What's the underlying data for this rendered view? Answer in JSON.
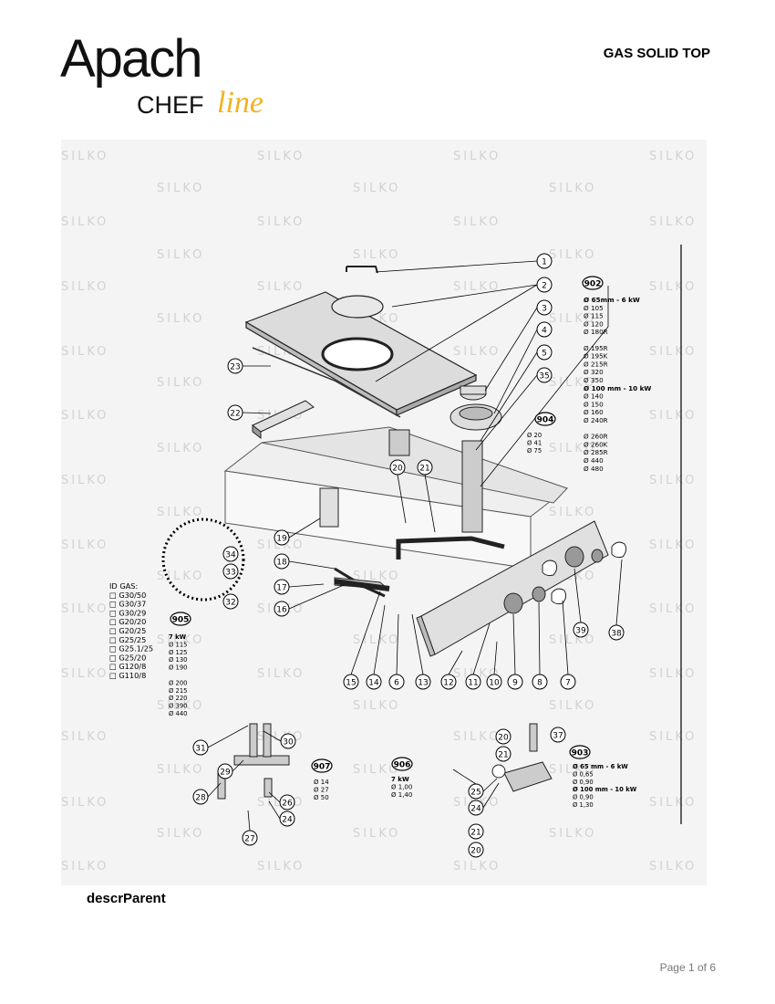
{
  "header": {
    "logo_word": "Apach",
    "logo_chef": "CHEF",
    "logo_line": "line",
    "title": "GAS SOLID TOP"
  },
  "watermark": "SILKO",
  "callouts": [
    "1",
    "2",
    "3",
    "4",
    "5",
    "35",
    "904",
    "902",
    "23",
    "22",
    "20",
    "21",
    "19",
    "18",
    "17",
    "16",
    "34",
    "33",
    "32",
    "905",
    "15",
    "14",
    "6",
    "13",
    "12",
    "11",
    "10",
    "9",
    "8",
    "7",
    "39",
    "38",
    "31",
    "30",
    "29",
    "28",
    "27",
    "26",
    "24",
    "907",
    "906",
    "25",
    "37",
    "903"
  ],
  "box_902": {
    "h1": "Ø 65mm - 6 kW",
    "rows1": [
      "Ø 105",
      "Ø 115",
      "Ø 120",
      "Ø 180R"
    ],
    "rows2": [
      "Ø 195R",
      "Ø 195K",
      "Ø 215R",
      "Ø 320",
      "Ø 350"
    ],
    "h2": "Ø 100 mm - 10 kW",
    "rows3": [
      "Ø 140",
      "Ø 150",
      "Ø 160",
      "Ø 240R"
    ],
    "rows4": [
      "Ø 260R",
      "Ø 260K",
      "Ø 285R",
      "Ø 440",
      "Ø 480"
    ]
  },
  "box_904": [
    "Ø 20",
    "Ø 41",
    "Ø 75"
  ],
  "gas_legend": {
    "title": "ID GAS:",
    "items": [
      "G30/50",
      "G30/37",
      "G30/29",
      "G20/20",
      "G20/25",
      "G25/25",
      "G25.1/25",
      "G25/20",
      "G120/8",
      "G110/8"
    ]
  },
  "box_905": {
    "header": "7 kW",
    "rows1": [
      "Ø 115",
      "Ø 125",
      "Ø 130",
      "Ø 190"
    ],
    "rows2": [
      "Ø 200",
      "Ø 215",
      "Ø 220",
      "Ø 390",
      "Ø 440"
    ]
  },
  "box_907": [
    "Ø 14",
    "Ø 27",
    "Ø 50"
  ],
  "box_906": {
    "header": "7 kW",
    "rows": [
      "Ø 1,00",
      "Ø 1,40"
    ]
  },
  "box_903": {
    "h1": "Ø 65 mm - 6 kW",
    "rows1": [
      "Ø 0,65",
      "Ø 0,90"
    ],
    "h2": "Ø 100 mm - 10 kW",
    "rows2": [
      "Ø 0,90",
      "Ø 1,30"
    ]
  },
  "footer": {
    "label": "descrParent",
    "page": "Page 1 of 6"
  }
}
